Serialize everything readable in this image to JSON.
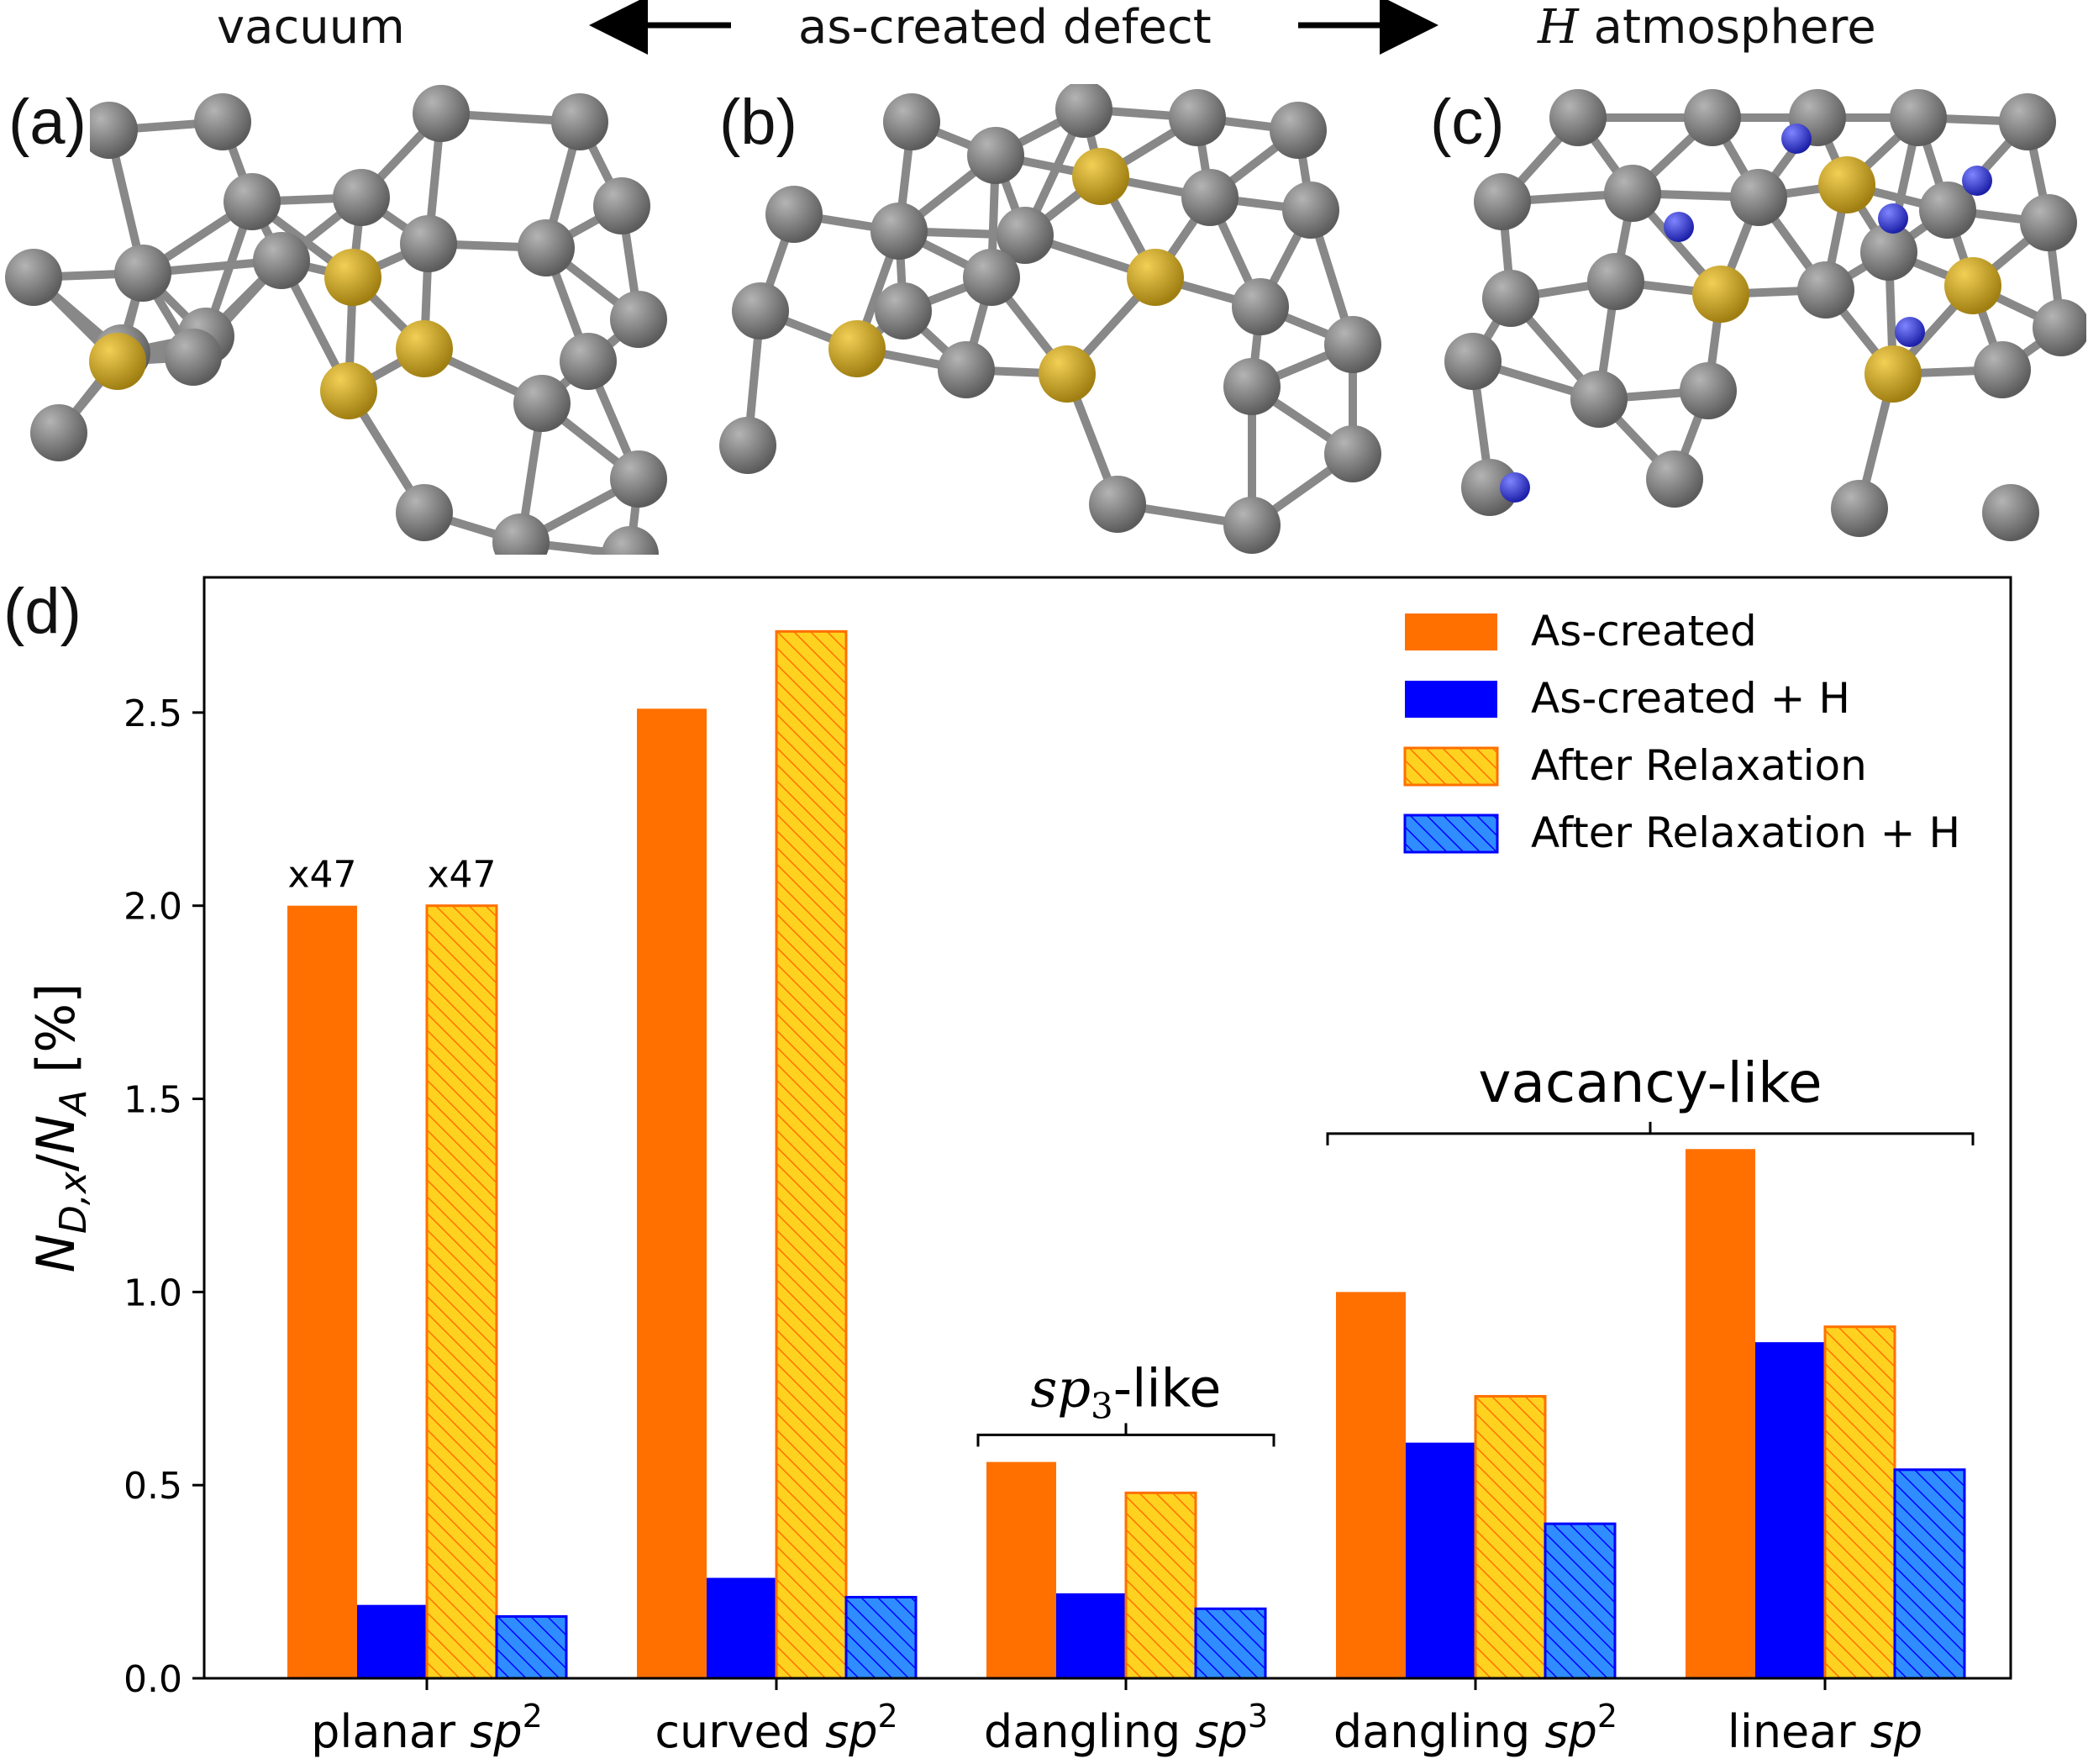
{
  "header": {
    "left": "vacuum",
    "center": "as-created defect",
    "right_italic": "H",
    "right_rest": " atmosphere"
  },
  "panels": [
    {
      "label": "(a)"
    },
    {
      "label": "(b)"
    },
    {
      "label": "(c)"
    },
    {
      "label": "(d)"
    }
  ],
  "colors": {
    "carbon": "#7a7a7a",
    "defect_atom": "#c9a227",
    "hydrogen": "#3a3fd9",
    "as_created": "#ff7000",
    "as_created_h": "#0000ff",
    "after_relax_fill": "#ffd21f",
    "after_relax_h_fill": "#2f8dff"
  },
  "chart_data": {
    "type": "bar",
    "categories": [
      "planar sp2",
      "curved sp2",
      "dangling sp3",
      "dangling sp2",
      "linear sp"
    ],
    "category_labels": [
      {
        "main": "planar ",
        "italic": "sp",
        "sup": "2"
      },
      {
        "main": "curved ",
        "italic": "sp",
        "sup": "2"
      },
      {
        "main": "dangling ",
        "italic": "sp",
        "sup": "3"
      },
      {
        "main": "dangling ",
        "italic": "sp",
        "sup": "2"
      },
      {
        "main": "linear ",
        "italic": "sp",
        "sup": ""
      }
    ],
    "series": [
      {
        "name": "As-created",
        "values": [
          2.0,
          2.51,
          0.56,
          1.0,
          1.37
        ]
      },
      {
        "name": "As-created + H",
        "values": [
          0.19,
          0.26,
          0.22,
          0.61,
          0.87
        ]
      },
      {
        "name": "After Relaxation",
        "values": [
          2.0,
          2.71,
          0.48,
          0.73,
          0.91
        ]
      },
      {
        "name": "After Relaxation + H",
        "values": [
          0.16,
          0.21,
          0.18,
          0.4,
          0.54
        ]
      }
    ],
    "bar_annotations": [
      {
        "category": 0,
        "series": 0,
        "text": "x47"
      },
      {
        "category": 0,
        "series": 2,
        "text": "x47"
      }
    ],
    "ylabel": "N_{D,x}/N_A [%]",
    "ylim": [
      0,
      2.85
    ],
    "yticks": [
      0.0,
      0.5,
      1.0,
      1.5,
      2.0,
      2.5
    ],
    "ytick_labels": [
      "0.0",
      "0.5",
      "1.0",
      "1.5",
      "2.0",
      "2.5"
    ],
    "brackets": [
      {
        "from_category": 2,
        "to_category": 2,
        "label_italic": "sp",
        "label_sub": "3",
        "label_rest": "-like"
      },
      {
        "from_category": 3,
        "to_category": 4,
        "label": "vacancy-like"
      }
    ],
    "legend_position": "upper right",
    "grid": false
  }
}
